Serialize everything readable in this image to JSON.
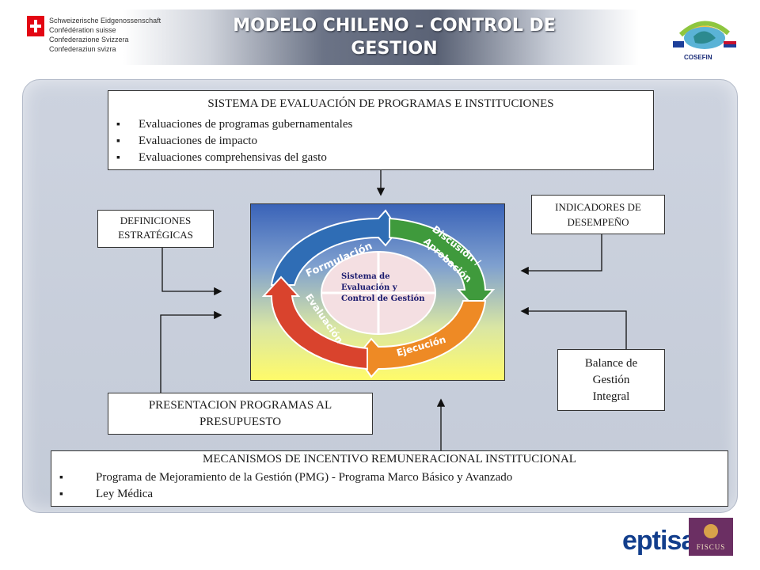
{
  "header": {
    "swiss_lines": [
      "Schweizerische Eidgenossenschaft",
      "Confédération suisse",
      "Confederazione Svizzera",
      "Confederaziun svizra"
    ],
    "title_line1": "MODELO CHILENO – CONTROL DE",
    "title_line2": "GESTION",
    "cosefin_label": "COSEFIN"
  },
  "system_box": {
    "title": "SISTEMA DE EVALUACIÓN DE PROGRAMAS E INSTITUCIONES",
    "items": [
      "Evaluaciones de programas gubernamentales",
      "Evaluaciones de impacto",
      "Evaluaciones comprehensivas del gasto"
    ]
  },
  "definitions_box": {
    "line1": "DEFINICIONES",
    "line2": "ESTRATÉGICAS"
  },
  "indicators_box": {
    "line1": "INDICADORES DE",
    "line2": "DESEMPEÑO"
  },
  "balance_box": {
    "line1": "Balance de",
    "line2": "Gestión",
    "line3": "Integral"
  },
  "presentation_box": {
    "line1": "PRESENTACION PROGRAMAS AL",
    "line2": "PRESUPUESTO"
  },
  "mechanisms_box": {
    "title": "MECANISMOS DE INCENTIVO REMUNERACIONAL INSTITUCIONAL",
    "items": [
      "Programa de Mejoramiento de la Gestión (PMG) - Programa Marco Básico y Avanzado",
      "Ley Médica"
    ]
  },
  "cycle": {
    "center_line1": "Sistema de",
    "center_line2": "Evaluación y",
    "center_line3": "Control de Gestión",
    "stage_formulacion": "Formulación",
    "stage_discusion_1": "Discusión /",
    "stage_discusion_2": "Aprobación",
    "stage_ejecucion": "Ejecución",
    "stage_evaluacion": "Evaluación",
    "colors": {
      "formulacion": "#2f6db5",
      "discusion": "#3f9a3c",
      "ejecucion": "#ee8a25",
      "evaluacion": "#d9432d"
    }
  },
  "footer": {
    "eptisa": "eptisa",
    "fiscus": "FISCUS"
  }
}
